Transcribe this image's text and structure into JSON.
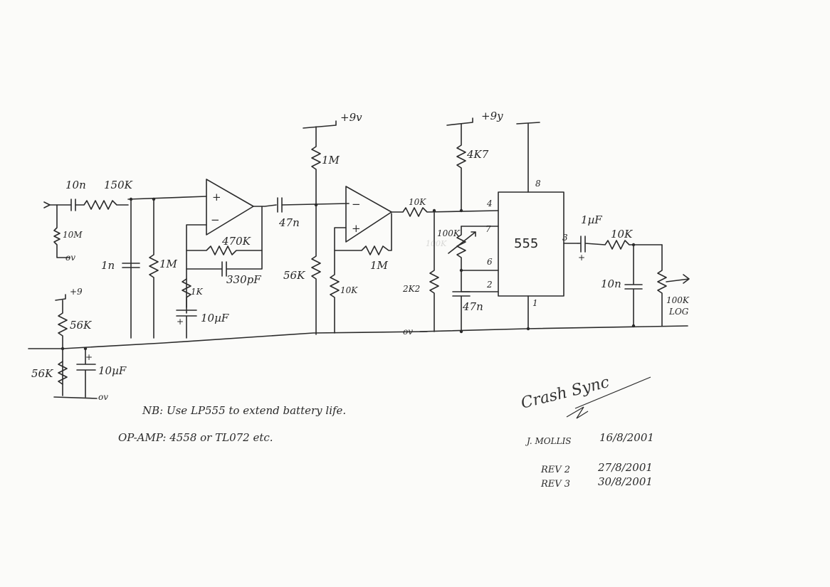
{
  "labels": {
    "c_in": "10n",
    "r_in": "150K",
    "r_in_gnd": "10M",
    "gnd_in": "ov",
    "c_1n": "1n",
    "r_1m_a": "1M",
    "r_470k": "470K",
    "c_330pf": "330pF",
    "r_1k": "1K",
    "c_10uf_a": "10µF",
    "v9_a": "+9v",
    "r_1m_top": "1M",
    "c_47n_a": "47n",
    "r_56k_mid": "56K",
    "r_10k_b": "10K",
    "r_1m_fb": "1M",
    "r_10k_c": "10K",
    "v9_b": "+9y",
    "r_4k7": "4K7",
    "r_100k": "100K",
    "r_100k_ghost": "100K",
    "r_2k2": "2K2",
    "c_47n_b": "47n",
    "gnd_b": "ov",
    "chip": "555",
    "pin8": "8",
    "pin4": "4",
    "pin7": "7",
    "pin6": "6",
    "pin2": "2",
    "pin3": "3",
    "pin1": "1",
    "c_1uf": "1µF",
    "r_10k_out": "10K",
    "c_10n_out": "10n",
    "pot_100k_a": "100K",
    "pot_100k_b": "LOG",
    "v9_bias": "+9",
    "r_56k_a": "56K",
    "r_56k_b": "56K",
    "c_10uf_b": "10µF",
    "gnd_bias": "ov",
    "opamp_plus": "+",
    "opamp_minus": "−",
    "cap_plus": "+"
  },
  "notes": {
    "nb": "NB: Use LP555 to extend battery life.",
    "opamp": "OP-AMP: 4558 or TL072 etc."
  },
  "title_block": {
    "title": "Crash Sync",
    "author": "J. MOLLIS",
    "date1": "16/8/2001",
    "rev2_label": "REV 2",
    "rev2_date": "27/8/2001",
    "rev3_label": "REV 3",
    "rev3_date": "30/8/2001"
  }
}
